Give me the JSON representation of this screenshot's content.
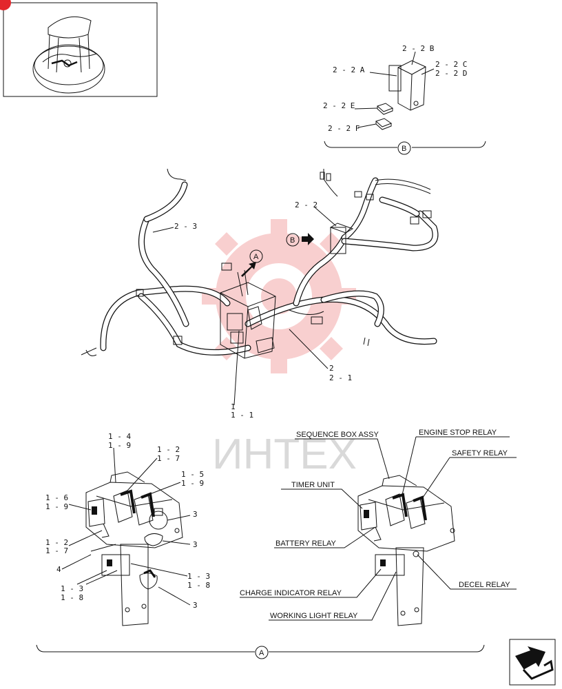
{
  "watermark": {
    "text": "ИНТЕХ",
    "color": "#f4a8a8"
  },
  "callouts_b": [
    "2 - 2 B",
    "2 - 2 A",
    "2 - 2 C",
    "2 - 2 D",
    "2 - 2 E",
    "2 - 2 F"
  ],
  "callouts_main": [
    "2 - 2",
    "2 - 3",
    "2",
    "2 - 1",
    "1",
    "1 - 1"
  ],
  "callouts_a": [
    "1 - 4",
    "1 - 9",
    "1 - 2",
    "1 - 7",
    "1 - 5",
    "1 - 9",
    "1 - 6",
    "1 - 9",
    "3",
    "3",
    "1 - 2",
    "1 - 7",
    "4",
    "1 - 3",
    "1 - 8",
    "1 - 3",
    "1 - 8",
    "3"
  ],
  "detail_refs": {
    "a": "A",
    "b": "B"
  },
  "captions": {
    "sequence_box": "SEQUENCE BOX ASSY",
    "engine_stop": "ENGINE STOP RELAY",
    "safety": "SAFETY RELAY",
    "timer": "TIMER UNIT",
    "battery": "BATTERY RELAY",
    "decel": "DECEL RELAY",
    "charge": "CHARGE INDICATOR RELAY",
    "working_light": "WORKING LIGHT RELAY"
  },
  "icons": [
    "machine-thumbnail-icon",
    "next-page-arrow-icon",
    "view-arrow-icon"
  ],
  "colors": {
    "accent_red": "#e3262c",
    "line": "#111111"
  }
}
